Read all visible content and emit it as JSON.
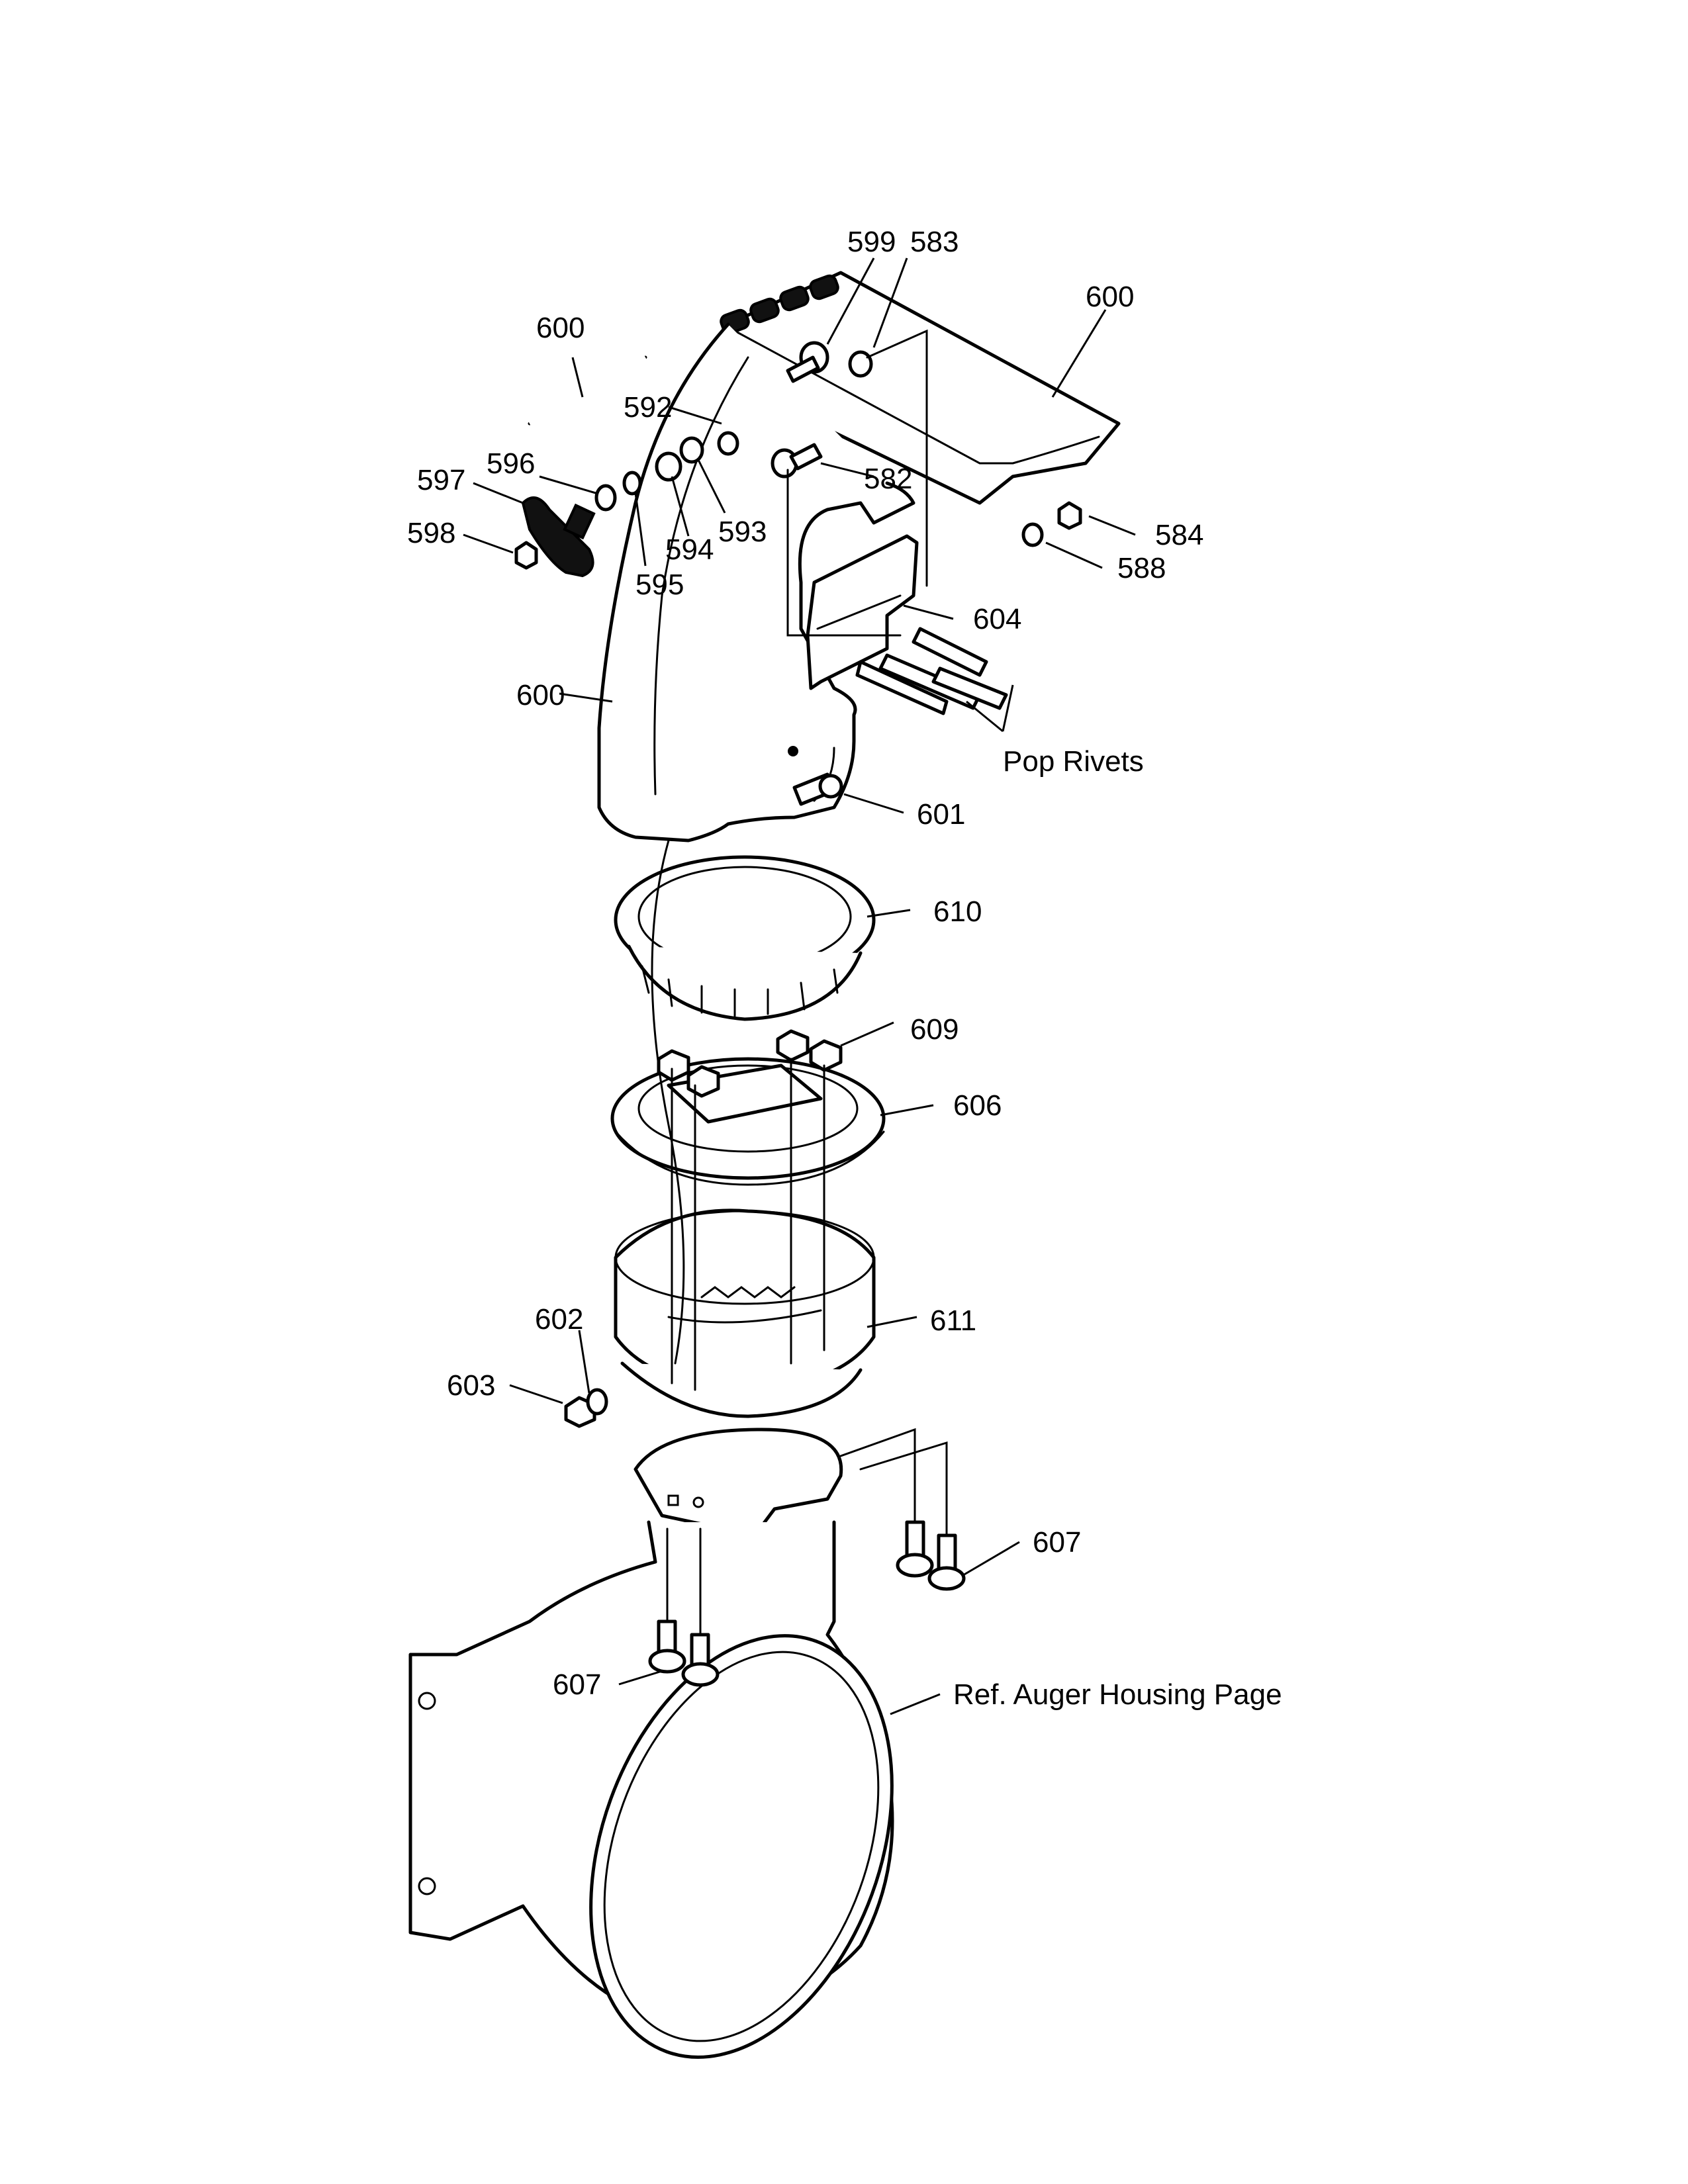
{
  "callouts": {
    "c599": "599",
    "c583": "583",
    "c600_top_right": "600",
    "c600_rod": "600",
    "c592": "592",
    "c596": "596",
    "c597": "597",
    "c582": "582",
    "c598": "598",
    "c594": "594",
    "c593": "593",
    "c584": "584",
    "c595": "595",
    "c588": "588",
    "c604": "604",
    "c600_chute": "600",
    "pop_rivets": "Pop Rivets",
    "c601": "601",
    "c610": "610",
    "c609": "609",
    "c606": "606",
    "c602": "602",
    "c611": "611",
    "c603": "603",
    "c607_right": "607",
    "c607_left": "607",
    "ref_auger": "Ref. Auger Housing Page"
  }
}
